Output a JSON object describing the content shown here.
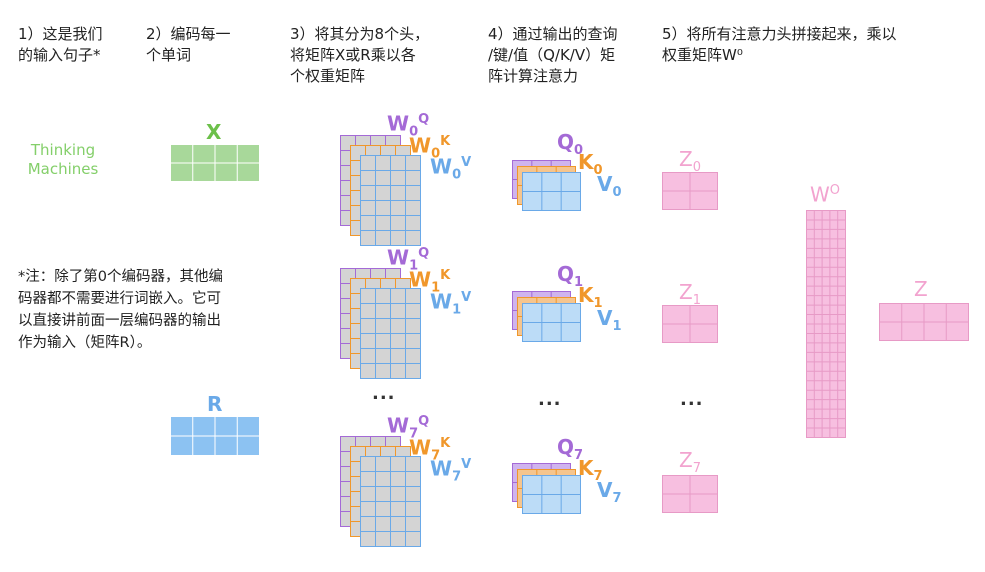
{
  "colors": {
    "green": "#a8d89a",
    "green_text": "#6cc04a",
    "blue": "#8cc2f2",
    "blue_text": "#6aa9e8",
    "pink": "#f7bfe0",
    "pink_text": "#f2a3cf",
    "purple": "#cfb4ee",
    "purple_text": "#a46ad6",
    "orange": "#f5c58e",
    "orange_text": "#f0972b",
    "gray": "#d4d4d4",
    "lightblue": "#bcdcf7"
  },
  "steps": {
    "s1": "1）这是我们\n的输入句子*",
    "s2": "2）编码每一\n个单词",
    "s3": "3）将其分为8个头，\n将矩阵X或R乘以各\n个权重矩阵",
    "s4": "4）通过输出的查询\n/键/值（Q/K/V）矩\n阵计算注意力",
    "s5": "5）将所有注意力头拼接起来，乘以\n权重矩阵W⁰"
  },
  "note": "*注：除了第0个编码器，其他编\n码器都不需要进行词嵌入。它可\n以直接讲前面一层编码器的输出\n作为输入（矩阵R）。",
  "input_sentence": "Thinking\nMachines",
  "labels": {
    "x": "X",
    "r": "R",
    "w": "W",
    "q": "Q",
    "k": "K",
    "v": "V",
    "z": "Z",
    "h0": "0",
    "h1": "1",
    "h7": "7",
    "wo": "W",
    "wo_sup": "O",
    "z_final": "Z",
    "dots": "..."
  }
}
